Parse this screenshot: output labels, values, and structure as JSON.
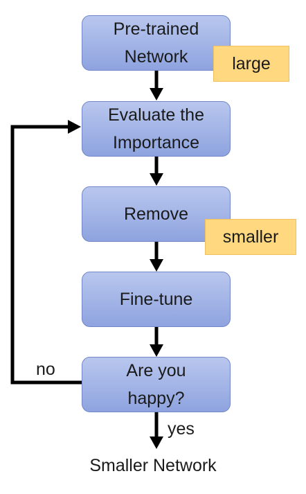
{
  "steps": [
    "Pre-trained\nNetwork",
    "Evaluate the\nImportance",
    "Remove",
    "Fine-tune",
    "Are you\nhappy?"
  ],
  "tags": {
    "large": "large",
    "smaller": "smaller"
  },
  "edges": {
    "no": "no",
    "yes": "yes"
  },
  "output": "Smaller Network",
  "colors": {
    "box_fill_top": "#b9c7ee",
    "box_fill_bottom": "#8ea3df",
    "box_border": "#6f86c8",
    "tag_fill": "#ffd880",
    "arrow": "#000000"
  }
}
